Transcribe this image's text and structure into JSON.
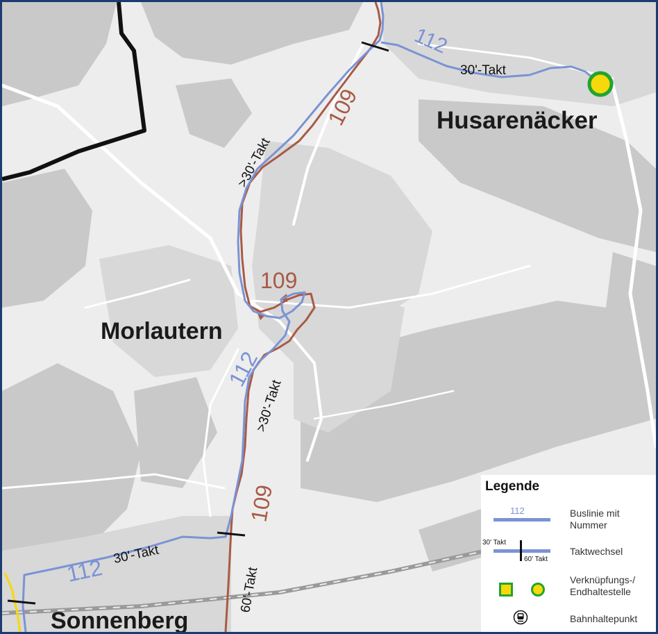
{
  "places": {
    "husarenaecker": "Husarenäcker",
    "morlautern": "Morlautern",
    "sonnenberg": "Sonnenberg"
  },
  "routes": {
    "blue": {
      "number": "112",
      "color": "#7b93d4"
    },
    "red": {
      "number": "109",
      "color": "#a85a45"
    }
  },
  "frequency_labels": {
    "top_right": "30'-Takt",
    "upper_left_of_route": ">30'-Takt",
    "middle_right_of_route": ">30'-Takt",
    "lower_left": "30'-Takt",
    "bottom": "60'-Takt"
  },
  "legend": {
    "title": "Legende",
    "items": {
      "bus_line": {
        "sample_number": "112",
        "label_line1": "Buslinie mit",
        "label_line2": "Nummer"
      },
      "frequency_change": {
        "left_text": "30' Takt",
        "right_text": "60' Takt",
        "label": "Taktwechsel"
      },
      "transfer_stop": {
        "label_line1": "Verknüpfungs-/",
        "label_line2": "Endhaltestelle"
      },
      "train_stop": {
        "label": "Bahnhaltepunkt"
      }
    }
  },
  "colors": {
    "map_background": "#ededed",
    "forest": "#c8c8c8",
    "frame": "#1c3b6e",
    "stop_fill": "#f5d90a",
    "stop_ring": "#22a42e",
    "boundary": "#111111"
  }
}
